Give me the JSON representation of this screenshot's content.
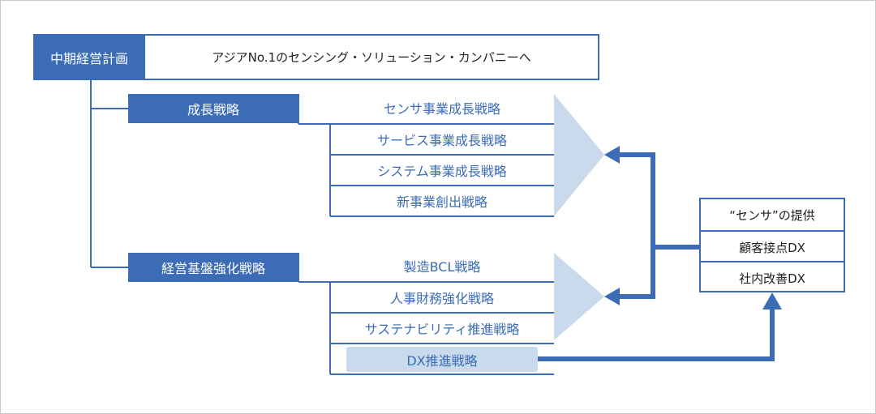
{
  "plan": {
    "label": "中期経営計画",
    "vision": "アジアNo.1のセンシング・ソリューション・カンパニーへ"
  },
  "growth": {
    "label": "成長戦略",
    "items": [
      "センサ事業成長戦略",
      "サービス事業成長戦略",
      "システム事業成長戦略",
      "新事業創出戦略"
    ]
  },
  "foundation": {
    "label": "経営基盤強化戦略",
    "items": [
      "製造BCL戦略",
      "人事財務強化戦略",
      "サステナビリティ推進戦略",
      "DX推進戦略"
    ]
  },
  "dx": {
    "items": [
      "“センサ”の提供",
      "顧客接点DX",
      "社内改善DX"
    ]
  },
  "colors": {
    "primary": "#3b6cb5",
    "light": "#c9daec",
    "text": "#1f1f1f"
  }
}
